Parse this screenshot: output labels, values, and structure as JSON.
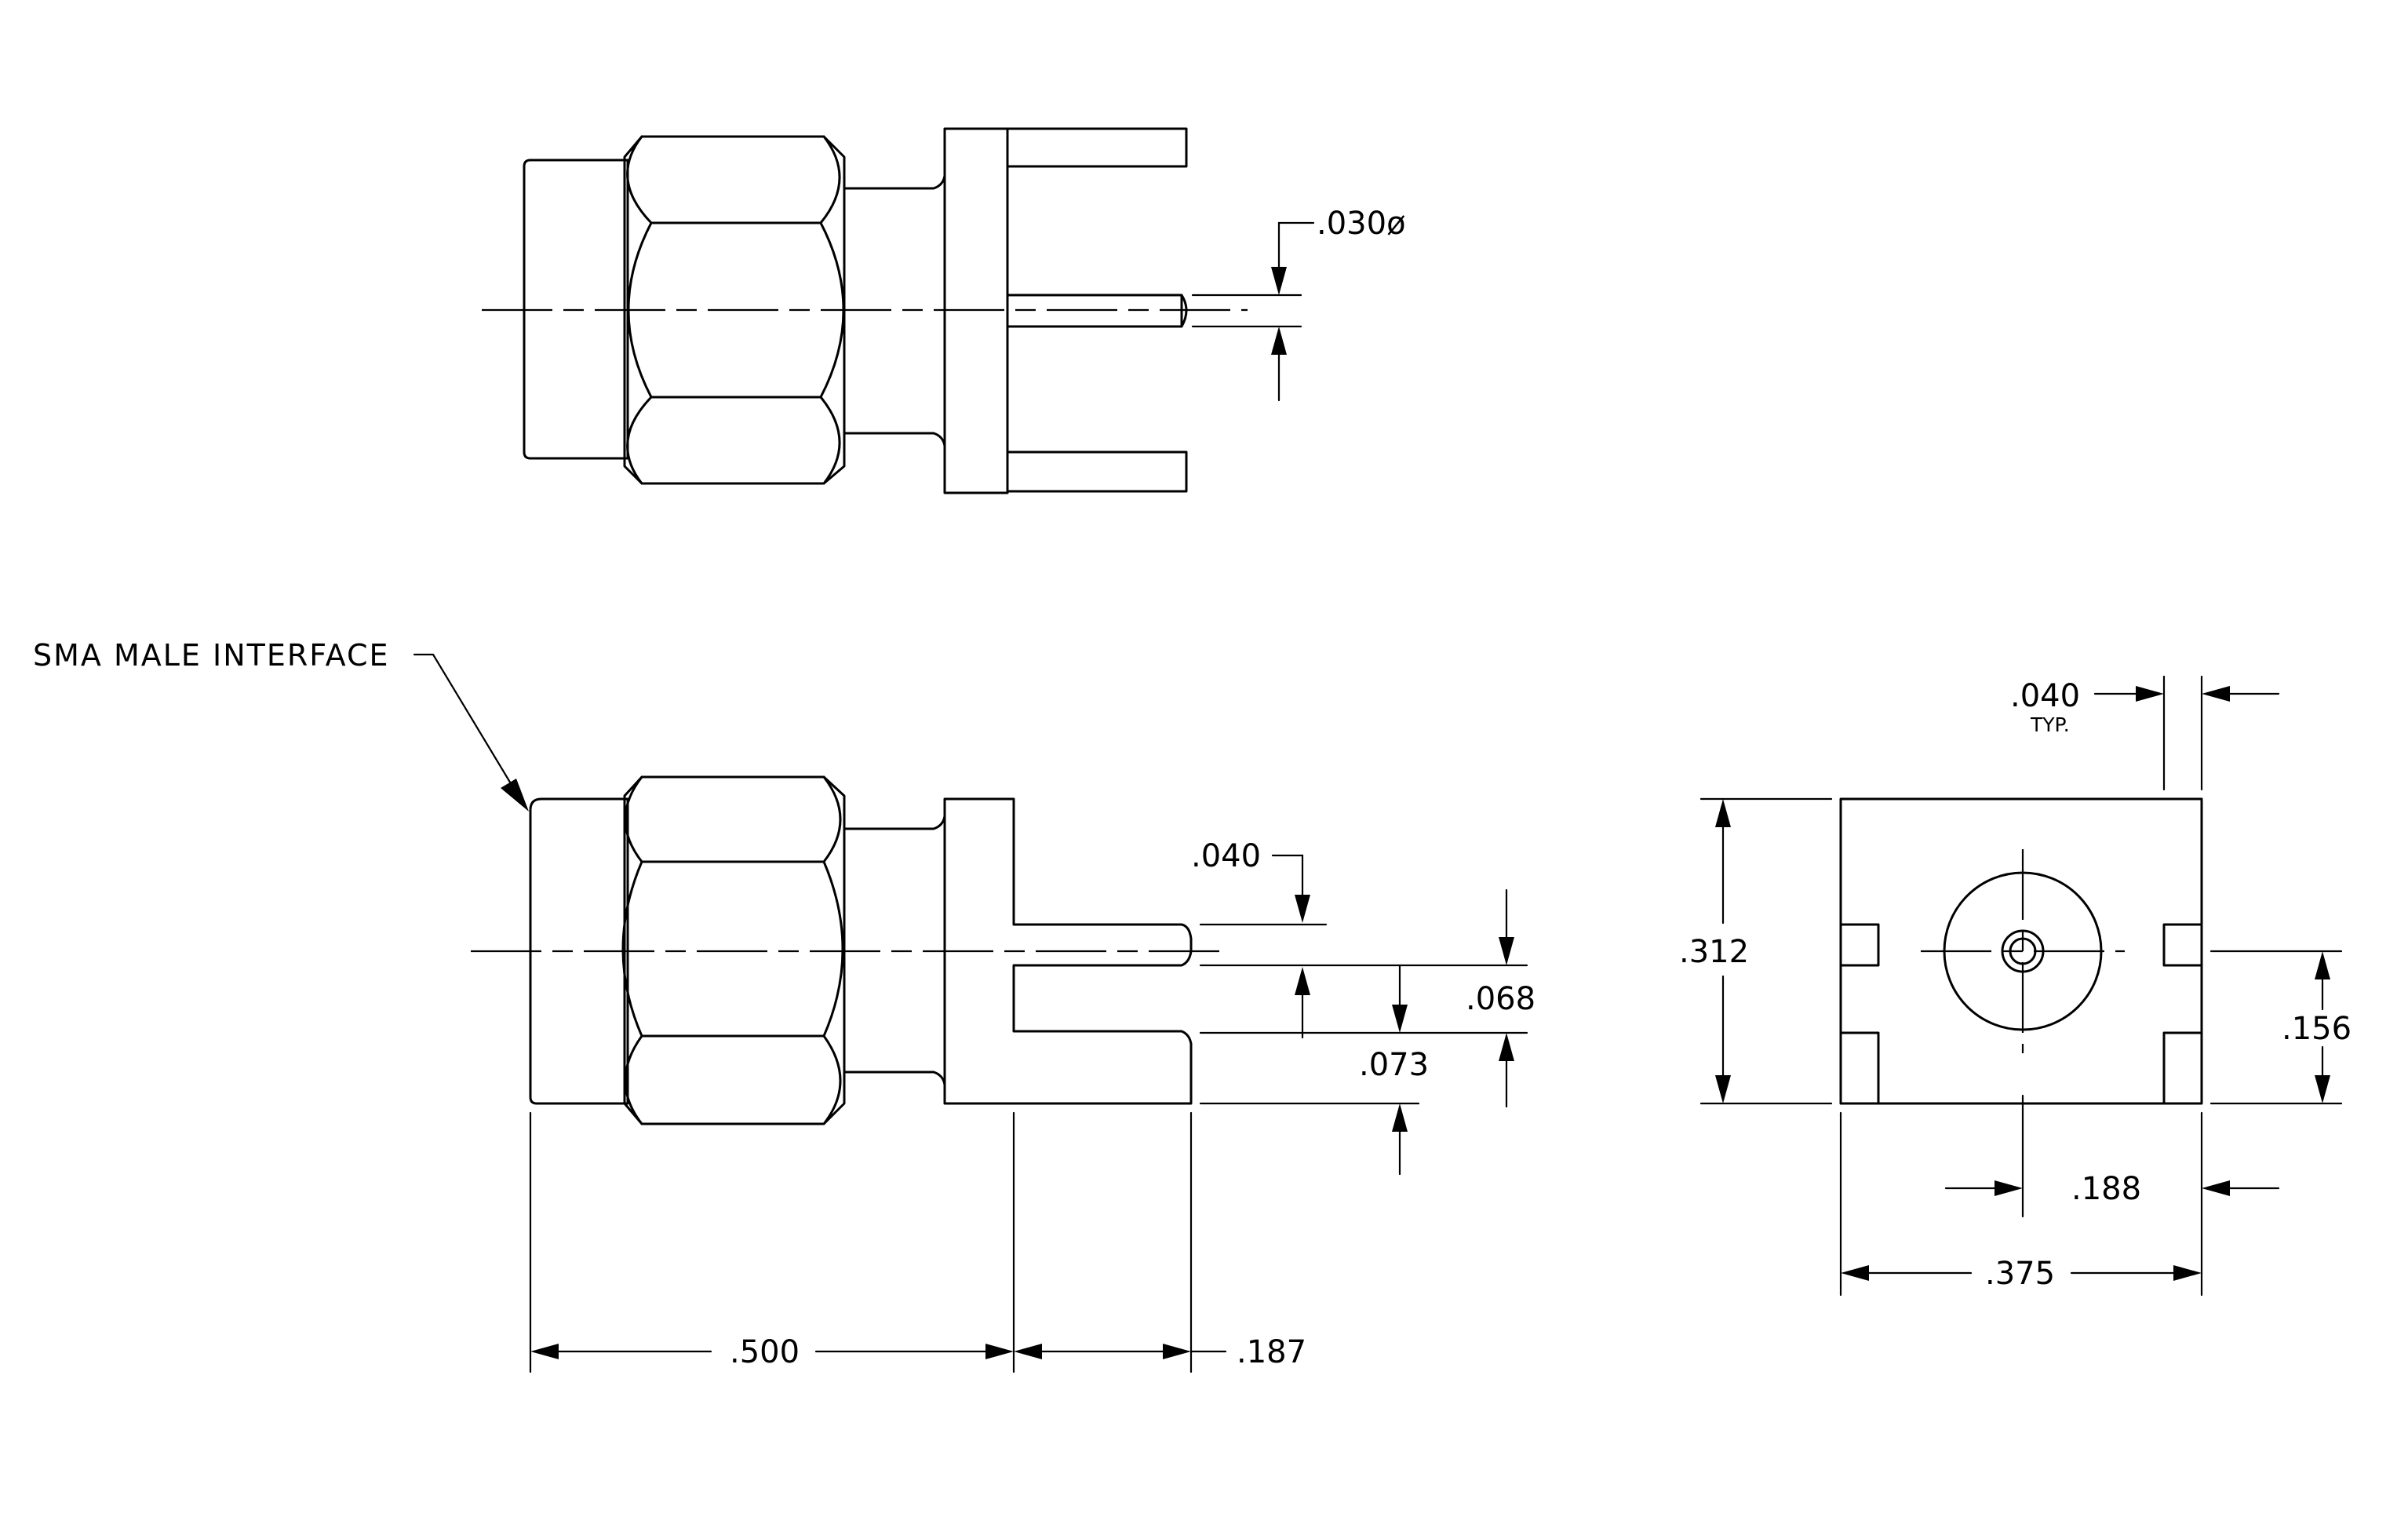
{
  "callout": "SMA MALE INTERFACE",
  "dimensions": {
    "pin_diameter": ".030ø",
    "flange_thickness": ".040",
    "flange_thickness_note": "TYP.",
    "pin_offset": ".040",
    "pin_thickness": ".068",
    "pin_height": ".073",
    "body_length": ".500",
    "pin_length": ".187",
    "flange_height": ".312",
    "half_height": ".156",
    "half_width": ".188",
    "flange_width": ".375"
  },
  "colors": {
    "line": "#000000",
    "background": "#ffffff"
  }
}
